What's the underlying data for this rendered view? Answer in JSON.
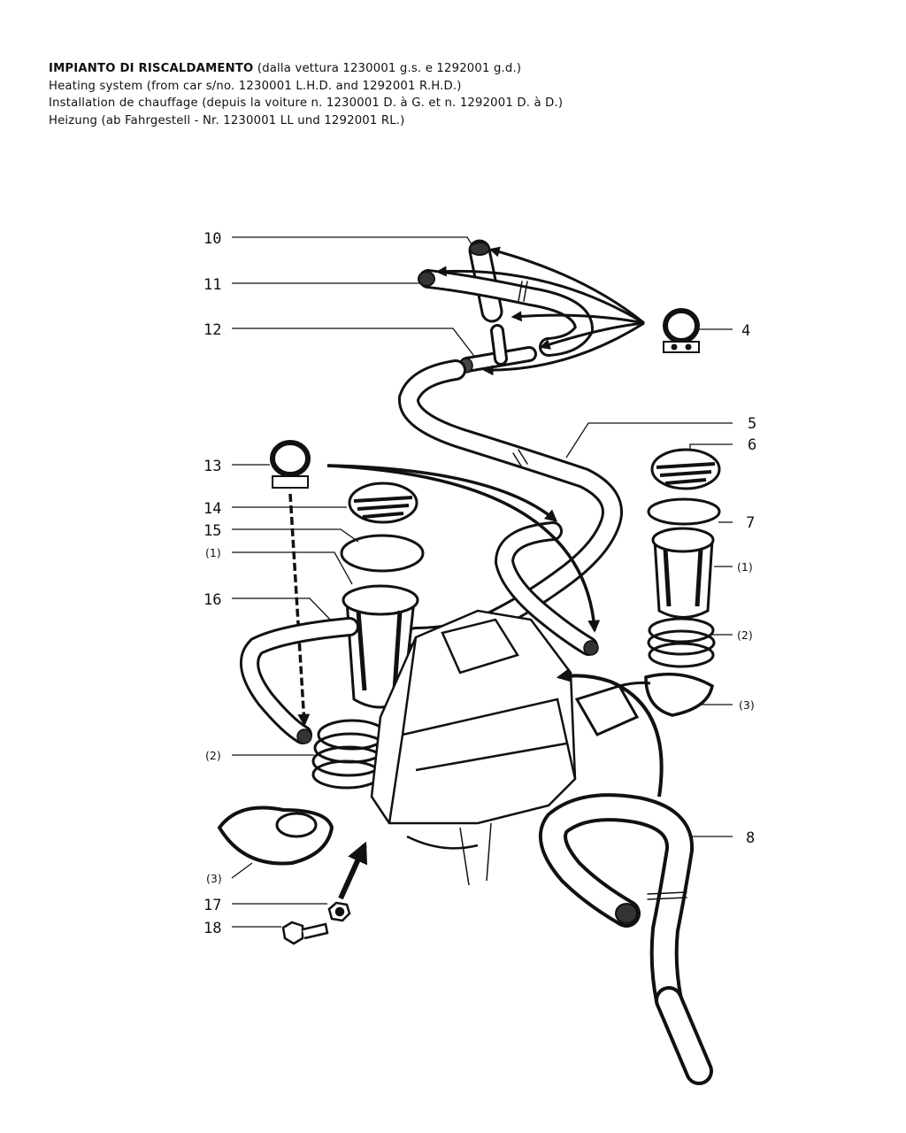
{
  "header": {
    "it_bold": "IMPIANTO DI RISCALDAMENTO",
    "it_rest": " (dalla vettura 1230001 g.s. e 1292001 g.d.)",
    "en": "Heating system (from car s/no. 1230001 L.H.D. and 1292001 R.H.D.)",
    "fr": "Installation de chauffage (depuis la voiture n. 1230001 D. à G. et n. 1292001 D. à D.)",
    "de": "Heizung (ab Fahrgestell - Nr. 1230001 LL und 1292001 RL.)"
  },
  "callouts": {
    "c10": "10",
    "c11": "11",
    "c12": "12",
    "c4": "4",
    "c5": "5",
    "c6": "6",
    "c7": "7",
    "c13": "13",
    "c14": "14",
    "c15": "15",
    "c1_left": "(1)",
    "c1_right": "(1)",
    "c16": "16",
    "c2_right": "(2)",
    "c2_left": "(2)",
    "c3_right": "(3)",
    "c3_left": "(3)",
    "c8": "8",
    "c17": "17",
    "c18": "18"
  }
}
